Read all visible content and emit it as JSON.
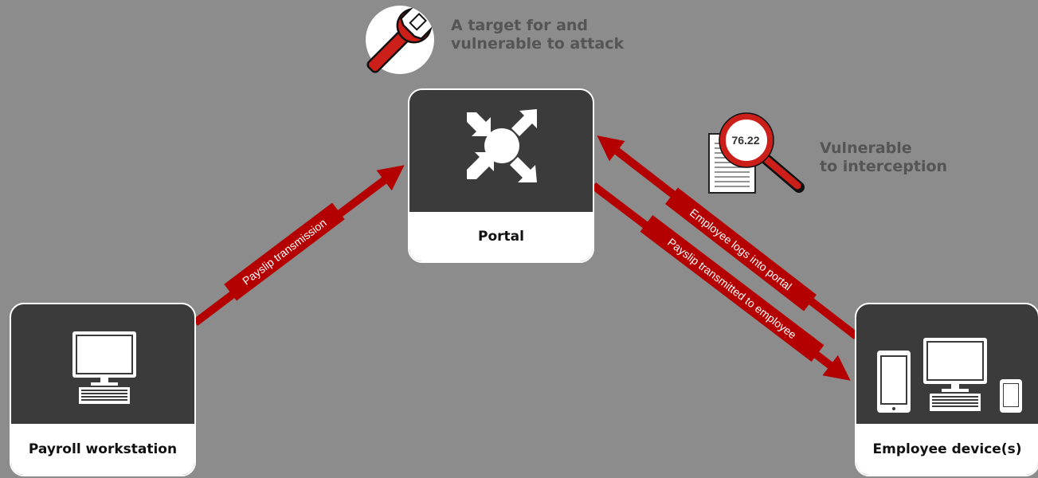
{
  "nodes": {
    "portal": {
      "label": "Portal"
    },
    "workstation": {
      "label": "Payroll workstation"
    },
    "employee": {
      "label": "Employee device(s)"
    }
  },
  "edges": {
    "payslip_transmission": "Payslip transmission",
    "employee_logs_in": "Employee logs into portal",
    "payslip_to_employee": "Payslip transmitted to employee"
  },
  "callouts": {
    "attack_line1": "A target for and",
    "attack_line2": "vulnerable to attack",
    "interception_line1": "Vulnerable",
    "interception_line2": "to interception",
    "magnifier_value": "76.22"
  },
  "icons": {
    "attack": "wrench-icon",
    "interception": "magnifying-glass-document-icon",
    "portal": "hub-arrows-icon",
    "workstation": "desktop-computer-icon",
    "employee": "multi-device-icon"
  },
  "colors": {
    "arrow": "#b40000",
    "background": "#8c8c8c",
    "node_dark": "#3b3b3b",
    "accent_red": "#cc1f1a"
  }
}
